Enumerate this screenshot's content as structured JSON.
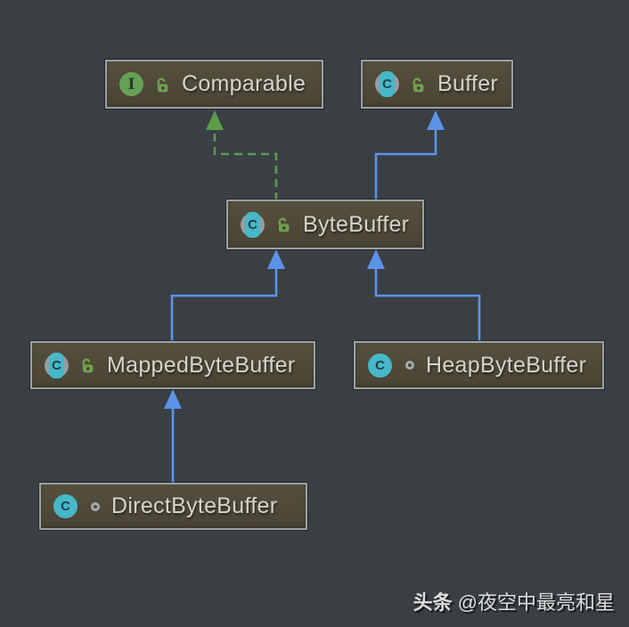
{
  "diagram": {
    "nodes": {
      "comparable": {
        "label": "Comparable",
        "kind": "interface",
        "visibility": "public"
      },
      "buffer": {
        "label": "Buffer",
        "kind": "abstract-class",
        "visibility": "public"
      },
      "bytebuffer": {
        "label": "ByteBuffer",
        "kind": "abstract-class",
        "visibility": "public"
      },
      "mappedbytebuffer": {
        "label": "MappedByteBuffer",
        "kind": "abstract-class",
        "visibility": "public"
      },
      "heapbytebuffer": {
        "label": "HeapByteBuffer",
        "kind": "class",
        "visibility": "package-private"
      },
      "directbytebuffer": {
        "label": "DirectByteBuffer",
        "kind": "class",
        "visibility": "package-private"
      }
    },
    "edges": [
      {
        "from": "ByteBuffer",
        "to": "Comparable",
        "relation": "implements",
        "line": "dashed",
        "color": "#5c9c4b"
      },
      {
        "from": "ByteBuffer",
        "to": "Buffer",
        "relation": "extends",
        "line": "solid",
        "color": "#5b93e8"
      },
      {
        "from": "MappedByteBuffer",
        "to": "ByteBuffer",
        "relation": "extends",
        "line": "solid",
        "color": "#5b93e8"
      },
      {
        "from": "HeapByteBuffer",
        "to": "ByteBuffer",
        "relation": "extends",
        "line": "solid",
        "color": "#5b93e8"
      },
      {
        "from": "DirectByteBuffer",
        "to": "MappedByteBuffer",
        "relation": "extends",
        "line": "solid",
        "color": "#5b93e8"
      }
    ],
    "icon_letters": {
      "class": "C",
      "interface": "I"
    },
    "colors": {
      "background": "#3a3f44",
      "node_fill": "#4f4a3a",
      "node_border": "#9aa1a6",
      "extends_arrow": "#5b93e8",
      "implements_arrow": "#5c9c4b",
      "class_icon": "#46b8c8",
      "interface_icon": "#66a055",
      "lock_icon": "#6fa04d",
      "label_text": "#d6d3cb"
    }
  },
  "watermark": {
    "brand": "头条",
    "handle": "@夜空中最亮和星"
  }
}
